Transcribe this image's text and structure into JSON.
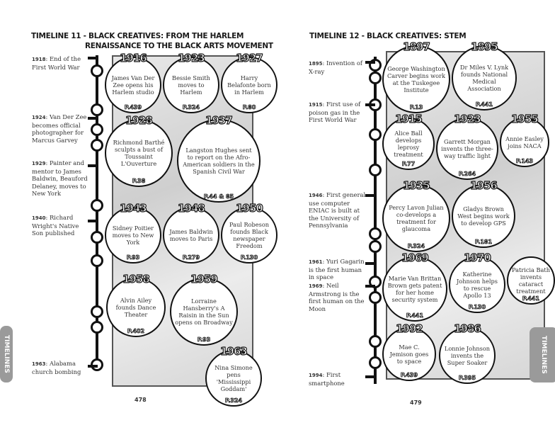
{
  "left": {
    "title_line1": "TIMELINE 11 - BLACK CREATIVES: FROM THE HARLEM",
    "title_line2": "RENAISSANCE TO THE BLACK ARTS MOVEMENT",
    "events": [
      {
        "year": "1918",
        "text": "End of the First World War"
      },
      {
        "year": "1924",
        "text": "Van Der Zee becomes official photographer for Marcus Garvey"
      },
      {
        "year": "1929",
        "text": "Painter and mentor to James Baldwin, Beauford Delaney, moves to New York"
      },
      {
        "year": "1940",
        "text": "Richard Wright's Native Son published"
      },
      {
        "year": "1963",
        "text": "Alabama church bombing"
      }
    ],
    "bubbles": [
      {
        "year": "1916",
        "text": "James Van Der Zee opens his Harlem studio",
        "page": "P.439"
      },
      {
        "year": "1923",
        "text": "Bessie Smith moves to Harlem",
        "page": "P.324"
      },
      {
        "year": "1927",
        "text": "Harry Belafonte born in Harlem",
        "page": "P.80"
      },
      {
        "year": "1928",
        "text": "Richmond Barthé sculpts a bust of Toussaint L'Ouverture",
        "page": "P.38"
      },
      {
        "year": "1937",
        "text": "Langston Hughes sent to report on the Afro-American soldiers in the Spanish Civil War",
        "page": "P.44 & 85"
      },
      {
        "year": "1943",
        "text": "Sidney Poitier moves to New York",
        "page": "P.93"
      },
      {
        "year": "1948",
        "text": "James Baldwin moves to Paris",
        "page": "P.279"
      },
      {
        "year": "1950",
        "text": "Paul Robeson founds Black newspaper Freedom",
        "page": "P.130"
      },
      {
        "year": "1958",
        "text": "Alvin Ailey founds Dance Theater",
        "page": "P.402"
      },
      {
        "year": "1959",
        "text": "Lorraine Hansberry's A Raisin in the Sun opens on Broadway",
        "page": "P.93"
      },
      {
        "year": "1963",
        "text": "Nina Simone pens 'Mississippi Goddam'",
        "page": "P.324"
      }
    ],
    "page_number": "478",
    "tab": "TIMELINES"
  },
  "right": {
    "title": "TIMELINE 12 - BLACK CREATIVES: STEM",
    "events": [
      {
        "year": "1895",
        "text": "Invention of X-ray"
      },
      {
        "year": "1915",
        "text": "First use of poison gas in the First World War"
      },
      {
        "year": "1946",
        "text": "First general use computer ENIAC is built at the University of Pennsylvania"
      },
      {
        "year": "1961",
        "text": "Yuri Gagarin is the first human in space"
      },
      {
        "year": "1969",
        "text": "Neil Armstrong is the first human on the Moon"
      },
      {
        "year": "1994",
        "text": "First smartphone"
      }
    ],
    "bubbles": [
      {
        "year": "1897",
        "text": "George Washington Carver begins work at the Tuskegee Institute",
        "page": "P.13"
      },
      {
        "year": "1895",
        "text": "Dr Miles V. Lynk founds National Medical Association",
        "page": "P.441"
      },
      {
        "year": "1915",
        "text": "Alice Ball develops leprosy treatment",
        "page": "P.77"
      },
      {
        "year": "1923",
        "text": "Garrett Morgan invents the three-way traffic light",
        "page": "P.264"
      },
      {
        "year": "1935",
        "text": "Percy Lavon Julian co-develops a treatment for glaucoma",
        "page": "P.324"
      },
      {
        "year": "1955",
        "text": "Annie Easley joins NACA",
        "page": "P.143"
      },
      {
        "year": "1956",
        "text": "Gladys Brown West begins work to develop GPS",
        "page": "P.181"
      },
      {
        "year": "1969",
        "text": "Marie Van Brittan Brown gets patent for her home security system",
        "page": "P.441"
      },
      {
        "year": "1970",
        "text": "Katherine Johnson helps to rescue Apollo 13",
        "page": "P.130"
      },
      {
        "year": "1986",
        "text": "Lonnie Johnson invents the Super Soaker",
        "page": "P.395"
      },
      {
        "year": "",
        "text": "Patricia Bath invents cataract treatment",
        "page": "P.441"
      },
      {
        "year": "1992",
        "text": "Mae C. Jemison goes to space",
        "page": "P.439"
      }
    ],
    "page_number": "479",
    "tab": "TIMELINES"
  }
}
